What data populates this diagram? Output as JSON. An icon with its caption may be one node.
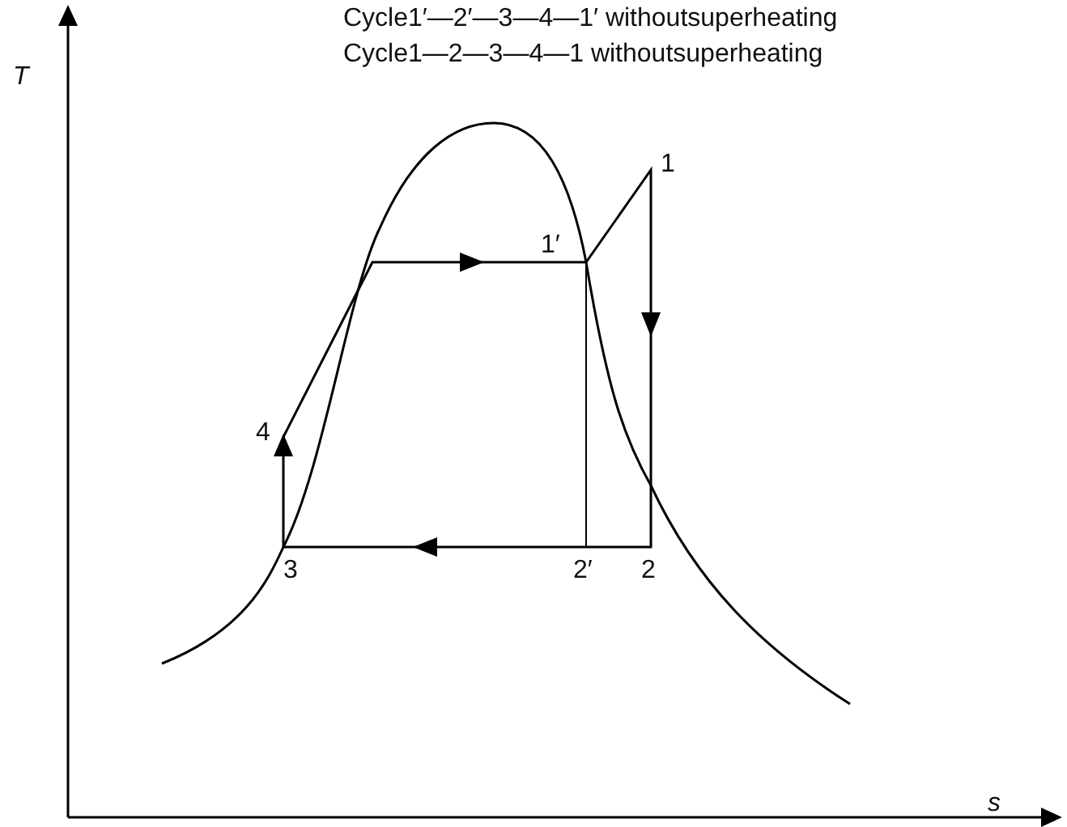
{
  "diagram": {
    "labels": [
      "Cycle1′—2′—3—4—1′ withoutsuperheating",
      "Cycle1—2—3—4—1 withoutsuperheating",
      "T",
      "1",
      "1′",
      "4",
      "3",
      "2′",
      "2",
      "s"
    ]
  }
}
